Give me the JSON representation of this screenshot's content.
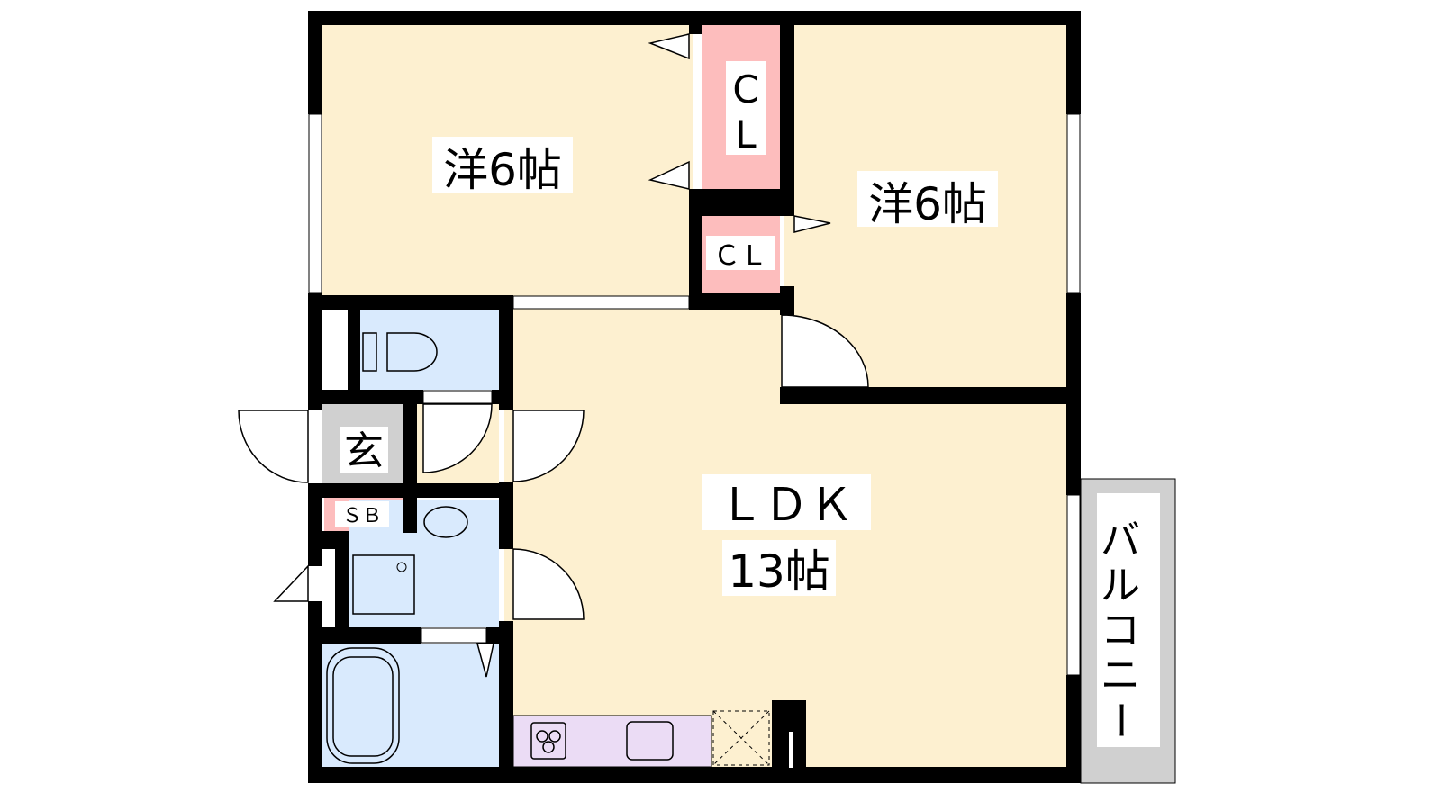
{
  "rooms": {
    "western_room_1": {
      "label": "洋6帖"
    },
    "western_room_2": {
      "label": "洋6帖"
    },
    "closet_1": {
      "label_top": "C",
      "label_bottom": "L"
    },
    "closet_2": {
      "label": "ＣＬ"
    },
    "entrance": {
      "label": "玄"
    },
    "shoe_box": {
      "label": "ＳＢ"
    },
    "ldk": {
      "label": "ＬＤＫ",
      "size": "13帖"
    },
    "balcony": {
      "label_chars": [
        "バ",
        "ル",
        "コ",
        "ニ",
        "ー"
      ]
    }
  },
  "colors": {
    "room": "#fdf0d0",
    "closet": "#fdbdbd",
    "wet": "#d9eafd",
    "entrance": "#d0d0d0",
    "kitchen": "#ebdcf5",
    "wall": "#000000"
  }
}
